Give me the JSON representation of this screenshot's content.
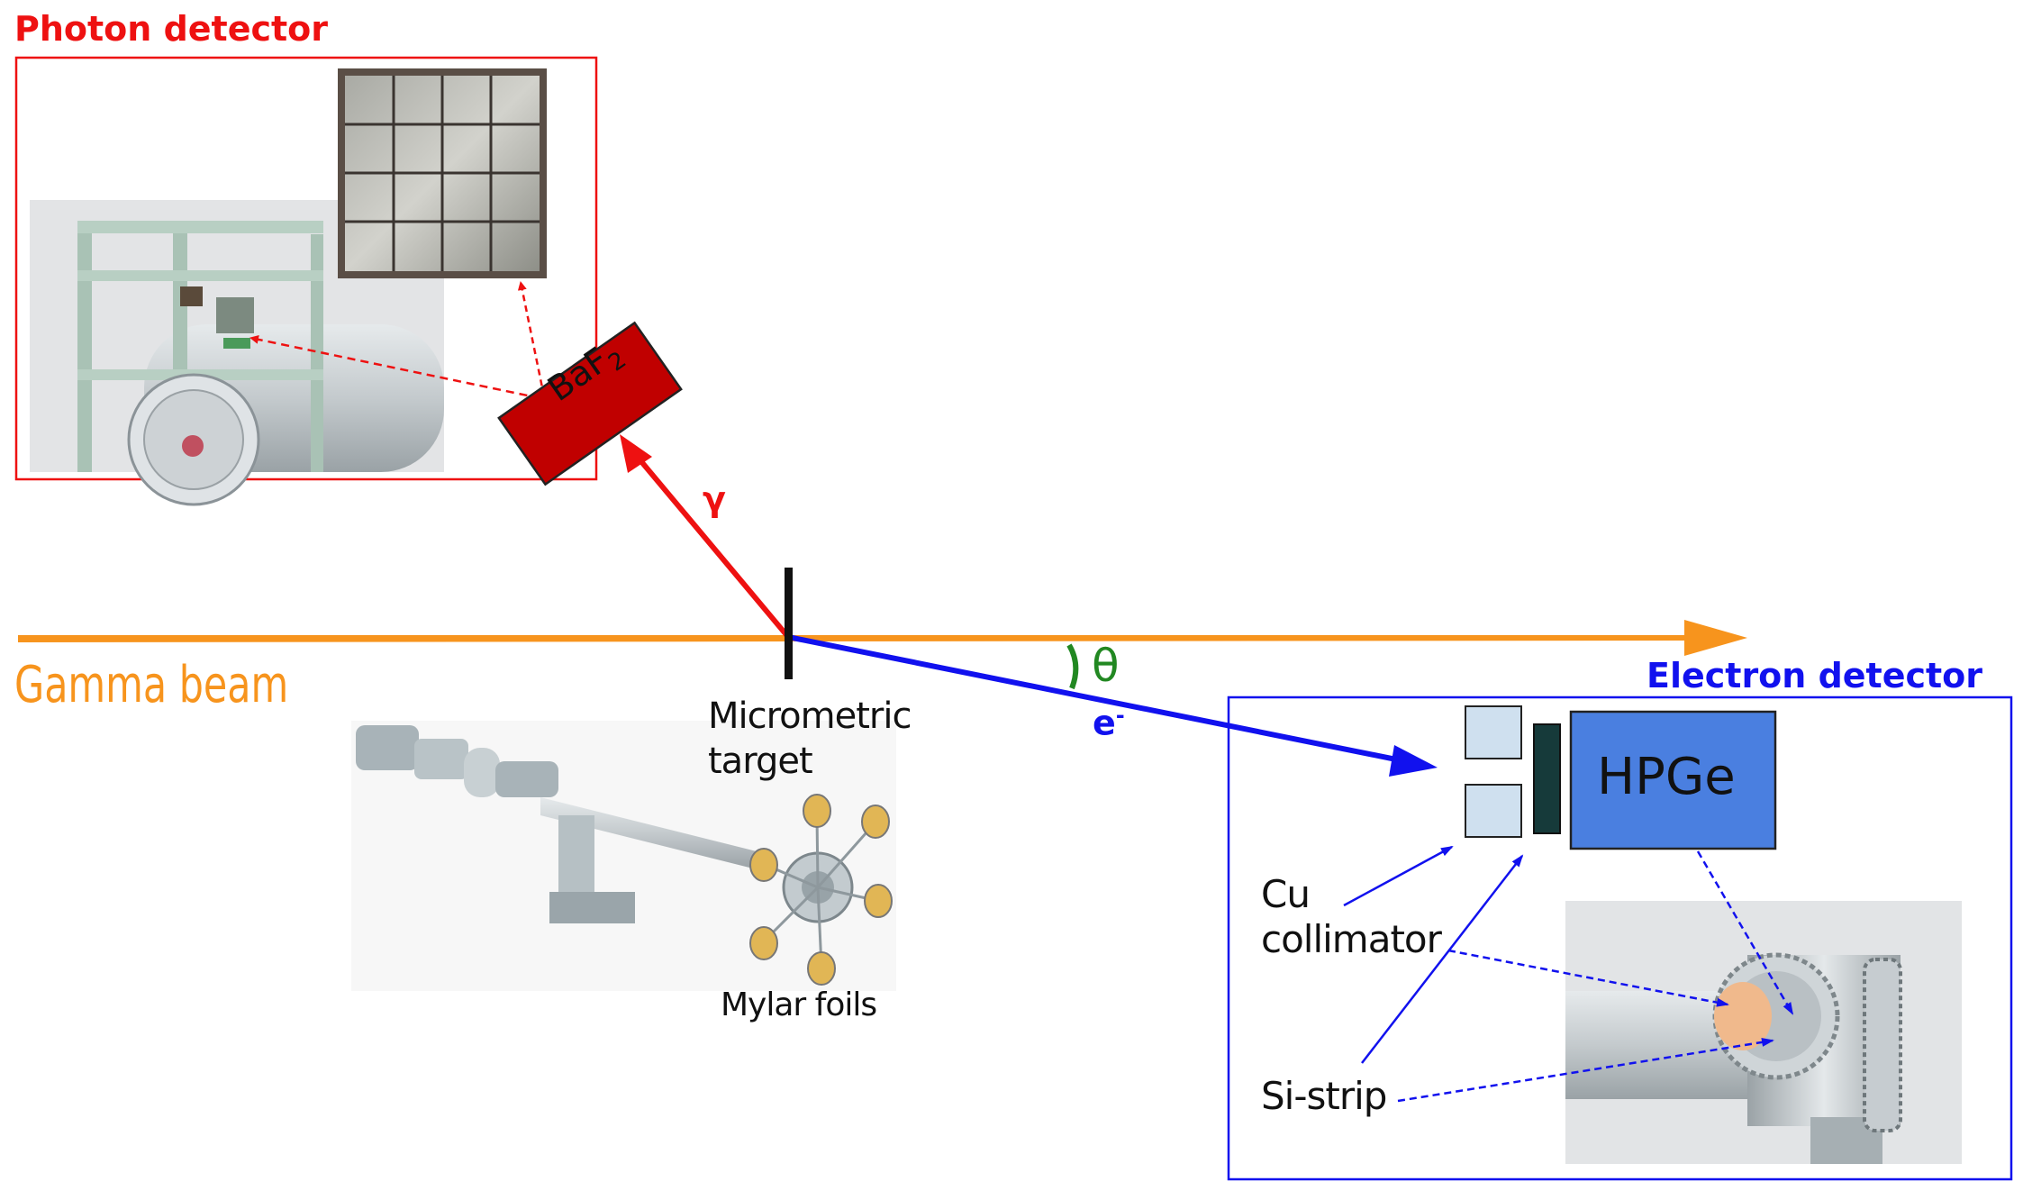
{
  "photon_detector": {
    "title": "Photon detector",
    "crystal_label": "BaF",
    "crystal_subscript": "2",
    "particle_label": "γ"
  },
  "beam": {
    "label": "Gamma beam"
  },
  "target": {
    "label_line1": "Micrometric",
    "label_line2": "target",
    "foils_label": "Mylar foils"
  },
  "electron": {
    "particle_label": "e",
    "particle_superscript": "-",
    "angle_label": "θ"
  },
  "electron_detector": {
    "title": "Electron detector",
    "hpge_label": "HPGe",
    "cu_line1": "Cu",
    "cu_line2": "collimator",
    "si_label": "Si-strip"
  },
  "colors": {
    "photon": "#ee1111",
    "beam": "#f7941d",
    "electron": "#1111ee",
    "angle": "#228822",
    "baf2_fill": "#c00000",
    "hpge_fill": "#4a7fe0",
    "collimator_fill": "#cfe0ef",
    "si_fill": "#163a3a"
  }
}
